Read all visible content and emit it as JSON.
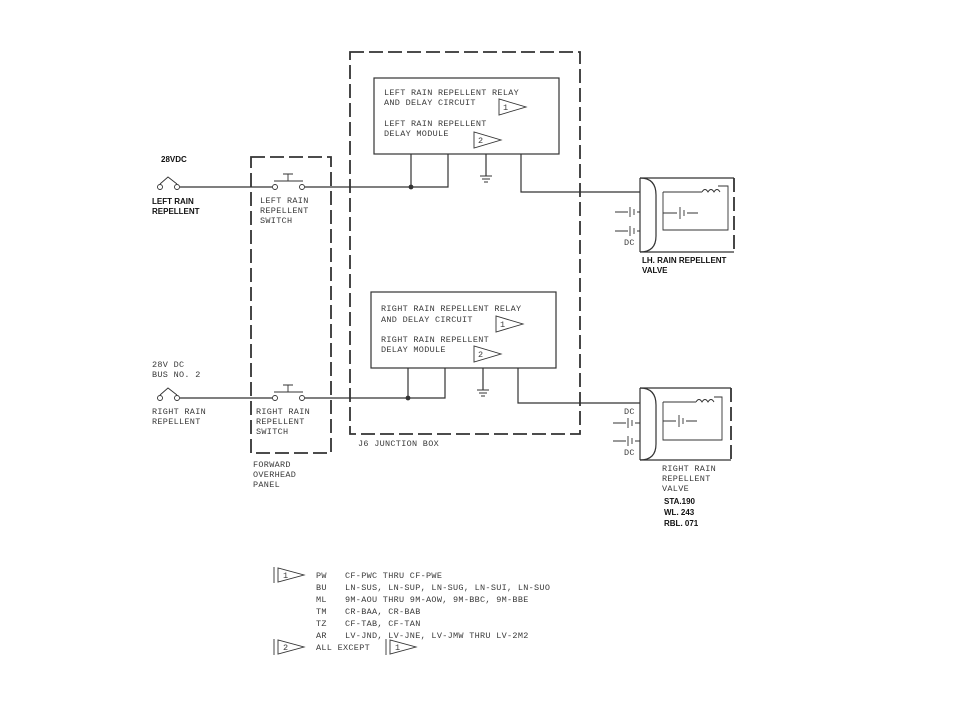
{
  "sources": {
    "left_voltage": "28VDC",
    "left_label_1": "LEFT RAIN",
    "left_label_2": "REPELLENT",
    "right_voltage_1": "28V DC",
    "right_voltage_2": "BUS NO. 2",
    "right_label_1": "RIGHT RAIN",
    "right_label_2": "REPELLENT"
  },
  "switches": {
    "left_1": "LEFT RAIN",
    "left_2": "REPELLENT",
    "left_3": "SWITCH",
    "right_1": "RIGHT RAIN",
    "right_2": "REPELLENT",
    "right_3": "SWITCH"
  },
  "panel": {
    "line1": "FORWARD",
    "line2": "OVERHEAD",
    "line3": "PANEL"
  },
  "junction_box": "J6 JUNCTION BOX",
  "left_relay": {
    "line1": "LEFT RAIN REPELLENT RELAY",
    "line2": "AND DELAY CIRCUIT",
    "line3": "LEFT RAIN REPELLENT",
    "line4": "DELAY MODULE",
    "note1": "1",
    "note2": "2"
  },
  "right_relay": {
    "line1": "RIGHT RAIN REPELLENT RELAY",
    "line2": "AND DELAY CIRCUIT",
    "line3": "RIGHT RAIN REPELLENT",
    "line4": "DELAY MODULE",
    "note1": "1",
    "note2": "2"
  },
  "left_valve": {
    "dc": "DC",
    "label1": "LH. RAIN REPELLENT",
    "label2": "VALVE"
  },
  "right_valve": {
    "dc1": "DC",
    "dc2": "DC",
    "label1": "RIGHT RAIN",
    "label2": "REPELLENT",
    "label3": "VALVE",
    "sta": "STA.190",
    "wl": "WL.   243",
    "rbl": "RBL. 071"
  },
  "legend": {
    "note1": "1",
    "note2": "2",
    "rows": [
      {
        "code": "PW",
        "desc": "CF-PWC THRU CF-PWE"
      },
      {
        "code": "BU",
        "desc": "LN-SUS, LN-SUP, LN-SUG, LN-SUI, LN-SUO"
      },
      {
        "code": "ML",
        "desc": "9M-AOU THRU 9M-AOW, 9M-BBC, 9M-BBE"
      },
      {
        "code": "TM",
        "desc": "CR-BAA, CR-BAB"
      },
      {
        "code": "TZ",
        "desc": "CF-TAB, CF-TAN"
      },
      {
        "code": "AR",
        "desc": "LV-JND, LV-JNE, LV-JMW THRU LV-2M2"
      }
    ],
    "all_except": "ALL EXCEPT"
  }
}
